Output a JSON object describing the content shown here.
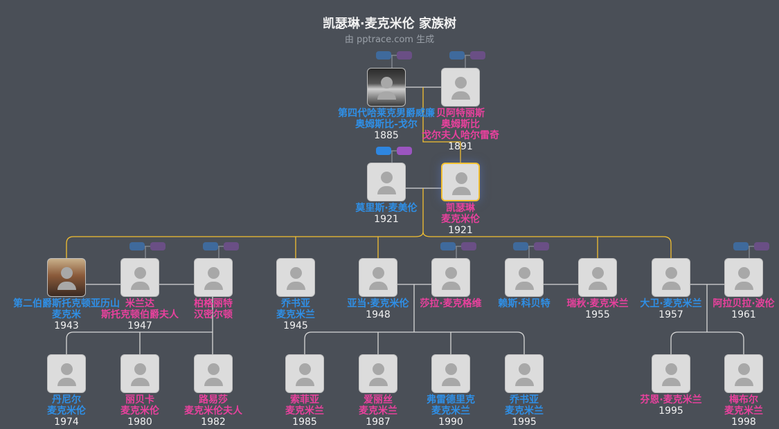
{
  "header": {
    "title": "凯瑟琳·麦克米伦 家族树",
    "subtitle": "由 pptrace.com 生成"
  },
  "colors": {
    "background": "#4a4f57",
    "male": "#2f8fe6",
    "female": "#e8419d",
    "lineage": "#f4c030",
    "line": "#d8d8d8"
  },
  "people": [
    {
      "name": [
        "第四代哈莱克男爵威廉",
        "奥姆斯比-戈尔"
      ],
      "year": "1885",
      "gender": "m",
      "photo": true
    },
    {
      "name": [
        "贝阿特丽斯",
        "奥姆斯比",
        "戈尔夫人哈尔雷奇"
      ],
      "year": "1891",
      "gender": "f"
    },
    {
      "name": [
        "莫里斯·麦美伦"
      ],
      "year": "1921",
      "gender": "m"
    },
    {
      "name": [
        "凯瑟琳",
        "麦克米伦"
      ],
      "year": "1921",
      "gender": "f",
      "selected": true
    },
    {
      "name": [
        "第二伯爵斯托克顿亚历山",
        "麦克米"
      ],
      "year": "1943",
      "gender": "m",
      "photo": true
    },
    {
      "name": [
        "米兰达",
        "斯托克顿伯爵夫人"
      ],
      "year": "1947",
      "gender": "f"
    },
    {
      "name": [
        "柏格丽特",
        "汉密尔顿"
      ],
      "year": "",
      "gender": "f"
    },
    {
      "name": [
        "乔书亚",
        "麦克米兰"
      ],
      "year": "1945",
      "gender": "m"
    },
    {
      "name": [
        "亚当·麦克米伦"
      ],
      "year": "1948",
      "gender": "m"
    },
    {
      "name": [
        "莎拉·麦克格维"
      ],
      "year": "",
      "gender": "f"
    },
    {
      "name": [
        "赖斯·科贝特"
      ],
      "year": "",
      "gender": "m"
    },
    {
      "name": [
        "瑞秋·麦克米兰"
      ],
      "year": "1955",
      "gender": "f"
    },
    {
      "name": [
        "大卫·麦克米兰"
      ],
      "year": "1957",
      "gender": "m"
    },
    {
      "name": [
        "阿拉贝拉·波伦"
      ],
      "year": "1961",
      "gender": "f"
    },
    {
      "name": [
        "丹尼尔",
        "麦克米伦"
      ],
      "year": "1974",
      "gender": "m"
    },
    {
      "name": [
        "丽贝卡",
        "麦克米伦"
      ],
      "year": "1980",
      "gender": "f"
    },
    {
      "name": [
        "路易莎",
        "麦克米伦夫人"
      ],
      "year": "1982",
      "gender": "f"
    },
    {
      "name": [
        "索菲亚",
        "麦克米兰"
      ],
      "year": "1985",
      "gender": "f"
    },
    {
      "name": [
        "爱丽丝",
        "麦克米兰"
      ],
      "year": "1987",
      "gender": "f"
    },
    {
      "name": [
        "弗雷德里克",
        "麦克米兰"
      ],
      "year": "1990",
      "gender": "m"
    },
    {
      "name": [
        "乔书亚",
        "麦克米兰"
      ],
      "year": "1995",
      "gender": "m"
    },
    {
      "name": [
        "芬恩·麦克米兰"
      ],
      "year": "1995",
      "gender": "f"
    },
    {
      "name": [
        "梅布尔",
        "麦克米兰"
      ],
      "year": "1998",
      "gender": "f"
    }
  ]
}
